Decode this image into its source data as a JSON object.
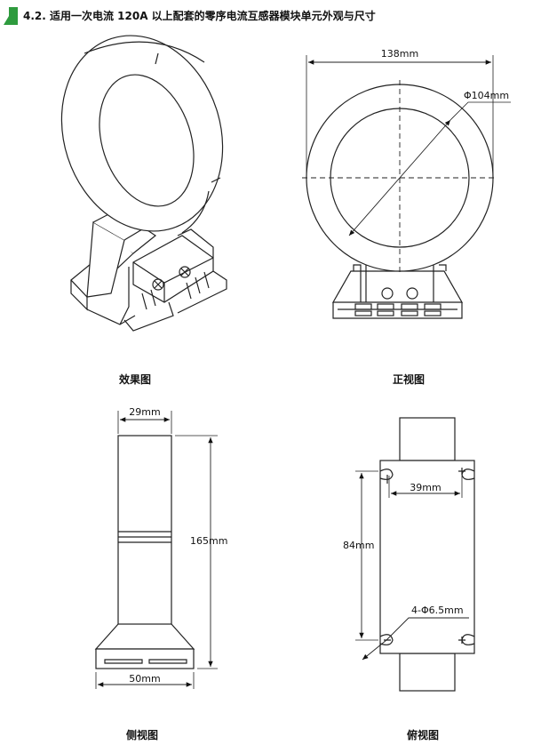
{
  "header": {
    "title": "4.2. 适用一次电流 120A 以上配套的零序电流互感器模块单元外观与尺寸",
    "accent_color": "#2e9b3e"
  },
  "views": {
    "effect": {
      "caption": "效果图"
    },
    "front": {
      "caption": "正视图",
      "width_label": "138mm",
      "diameter_label": "Φ104mm"
    },
    "side": {
      "caption": "侧视图",
      "top_width_label": "29mm",
      "height_label": "165mm",
      "base_width_label": "50mm"
    },
    "top": {
      "caption": "俯视图",
      "hole_spacing_label": "39mm",
      "length_label": "84mm",
      "hole_label": "4-Φ6.5mm"
    }
  }
}
